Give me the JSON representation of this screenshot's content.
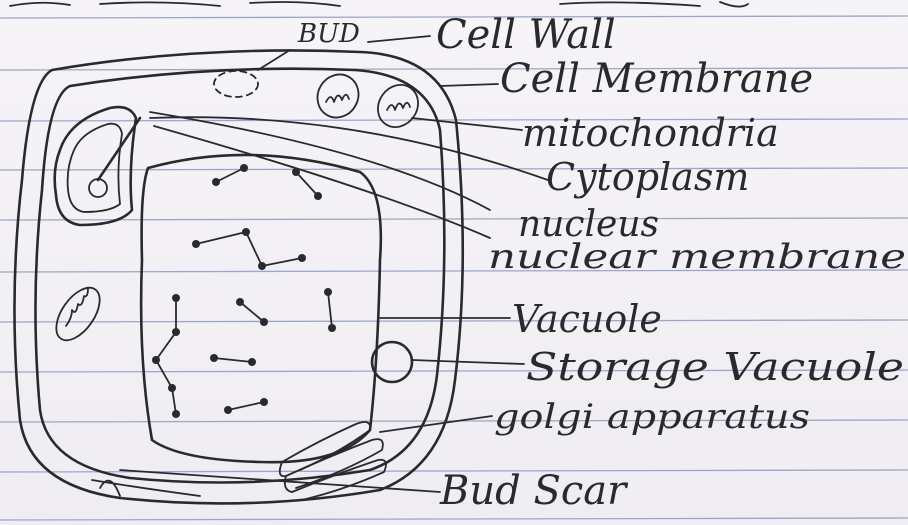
{
  "labels": {
    "bud": "BUD",
    "cell_wall": "Cell Wall",
    "cell_membrane": "Cell Membrane",
    "mitochondria": "mitochondria",
    "cytoplasm": "Cytoplasm",
    "nucleus": "nucleus",
    "nuclear_membrane": "nuclear membrane",
    "vacuole": "Vacuole",
    "storage_vacuole": "Storage Vacuole",
    "golgi_apparatus": "golgi apparatus",
    "bud_scar": "Bud Scar"
  },
  "colors": {
    "ink": "#2a2a2e",
    "paper": "#f3f1f4",
    "ruled_line": "#9ba7c6"
  }
}
